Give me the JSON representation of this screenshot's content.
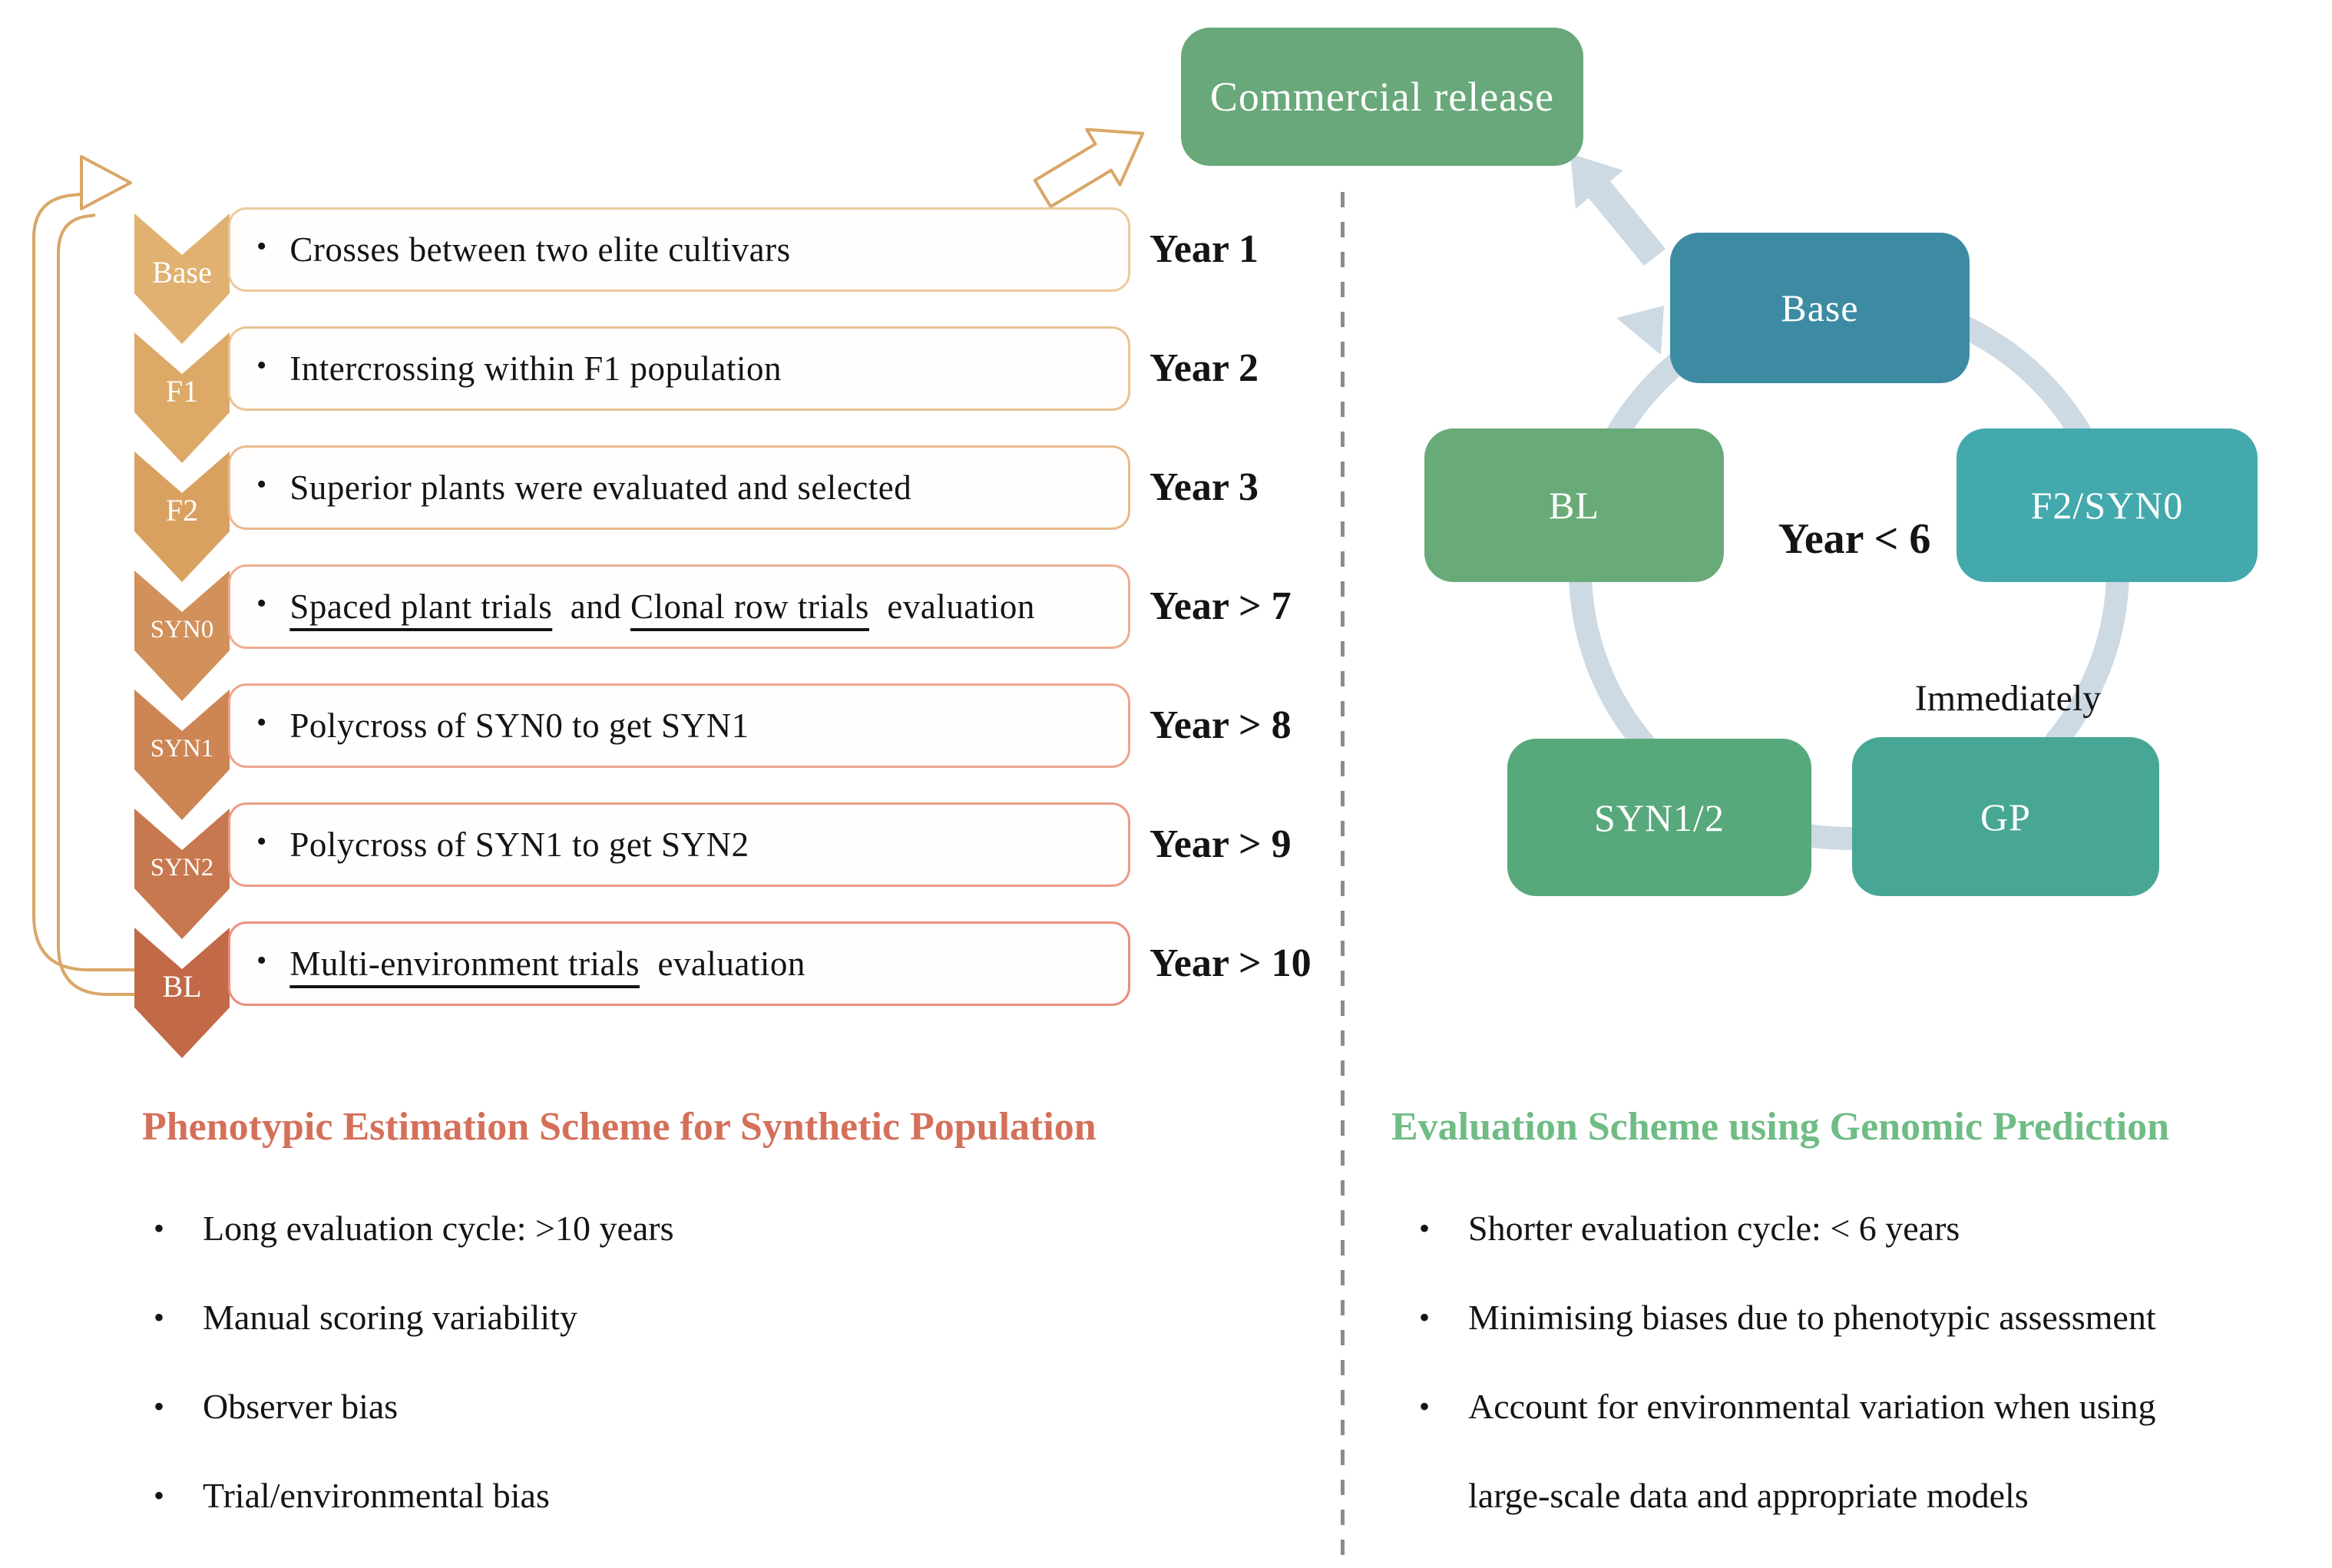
{
  "commercial_release": {
    "label": "Commercial release"
  },
  "flow": {
    "bullet_glyph": "•",
    "rows": [
      {
        "stage": "Base",
        "text": "Crosses between two elite cultivars",
        "year": "Year 1"
      },
      {
        "stage": "F1",
        "text": "Intercrossing within F1 population",
        "year": "Year 2"
      },
      {
        "stage": "F2",
        "text": "Superior plants were evaluated and selected",
        "year": "Year 3"
      },
      {
        "stage": "SYN0",
        "u1": "Spaced plant trials",
        "mid": "  and ",
        "u2": "Clonal row trials",
        "post": "  evaluation",
        "year": "Year > 7"
      },
      {
        "stage": "SYN1",
        "text": "Polycross of SYN0 to get SYN1",
        "year": "Year > 8"
      },
      {
        "stage": "SYN2",
        "text": "Polycross of SYN1 to get SYN2",
        "year": "Year > 9"
      },
      {
        "stage": "BL",
        "u1": "Multi-environment trials",
        "post": "  evaluation",
        "year": "Year > 10"
      }
    ]
  },
  "cycle": {
    "nodes": {
      "base": "Base",
      "f2syn0": "F2/SYN0",
      "gp": "GP",
      "syn12": "SYN1/2",
      "bl": "BL"
    },
    "center_label": "Year < 6",
    "annotation": "Immediately"
  },
  "left_panel": {
    "heading": "Phenotypic Estimation Scheme for Synthetic Population",
    "bullets": [
      "Long evaluation cycle: >10 years",
      "Manual scoring variability",
      "Observer bias",
      "Trial/environmental bias"
    ]
  },
  "right_panel": {
    "heading": "Evaluation Scheme using Genomic Prediction",
    "lines": [
      {
        "text": "Shorter evaluation cycle: < 6 years",
        "bullet": true
      },
      {
        "text": "Minimising biases due to phenotypic assessment",
        "bullet": true
      },
      {
        "text": "Account for environmental variation when using",
        "bullet": true
      },
      {
        "text": "large-scale data and appropriate models",
        "bullet": false
      }
    ]
  },
  "colors": {
    "commercial_release_bg": "#68a87a",
    "chevrons": [
      "#e0b170",
      "#dda967",
      "#d9a160",
      "#d2905b",
      "#cd8554",
      "#c8784e",
      "#c26a47"
    ],
    "row_borders": [
      "#ecca9c",
      "#ebc394",
      "#eaba8c",
      "#eeae92",
      "#eda68c",
      "#ec9c84",
      "#ea907b"
    ],
    "loop_arrow": "#d9a768",
    "divider": "#8c8c8c",
    "cycle_ring": "#cdd9e3",
    "cycle_nodes": {
      "base": "#3d8ba3",
      "f2syn0": "#43a9ad",
      "gp": "#47a794",
      "syn12": "#57a87b",
      "bl": "#69ab78"
    },
    "left_heading": "#d4705a",
    "right_heading": "#6fbc85",
    "text": "#141414"
  }
}
